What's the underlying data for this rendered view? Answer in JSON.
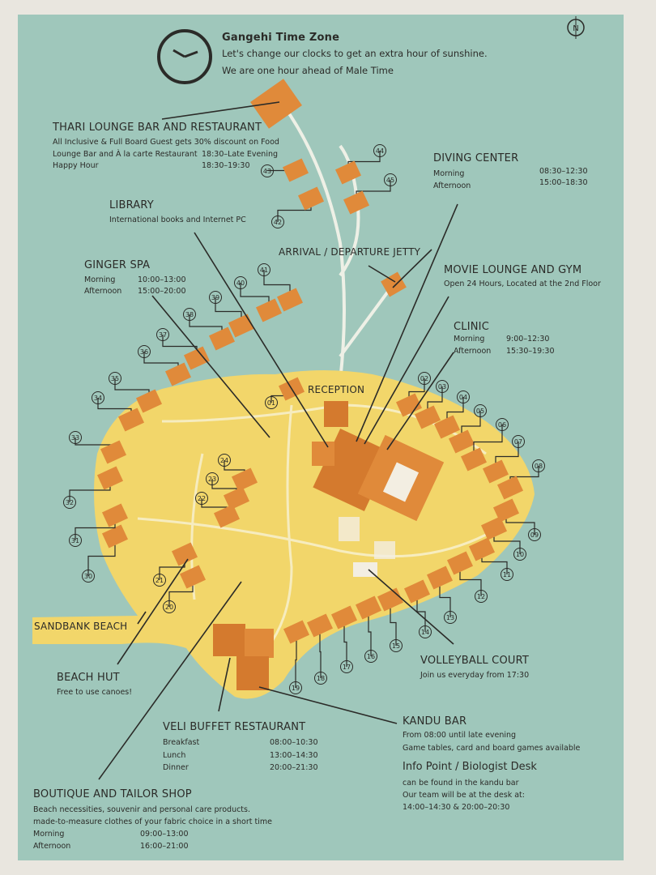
{
  "colors": {
    "sea": "#9fc7bb",
    "island": "#f2d66a",
    "roof": "#e08a3a",
    "roof_dark": "#b8652a",
    "path": "#f7efc9",
    "line": "#2b2b28"
  },
  "header": {
    "title": "Gangehi Time Zone",
    "line1": "Let's change our clocks to get an extra hour of sunshine.",
    "line2": "We are one hour ahead of Male Time",
    "clock_icon": "clock-icon",
    "compass_letter": "N"
  },
  "thari": {
    "title": "THARI LOUNGE BAR AND RESTAURANT",
    "note": "All Inclusive & Full Board Guest gets 30% discount on Food",
    "rows": [
      {
        "label": "Lounge Bar and À la carte Restaurant",
        "time": "18:30–Late Evening"
      },
      {
        "label": "Happy Hour",
        "time": "18:30–19:30"
      }
    ]
  },
  "library": {
    "title": "LIBRARY",
    "note": "International books and Internet PC"
  },
  "diving": {
    "title": "DIVING CENTER",
    "rows": [
      {
        "label": "Morning",
        "time": "08:30–12:30"
      },
      {
        "label": "Afternoon",
        "time": "15:00–18:30"
      }
    ]
  },
  "ginger": {
    "title": "GINGER SPA",
    "rows": [
      {
        "label": "Morning",
        "time": "10:00–13:00"
      },
      {
        "label": "Afternoon",
        "time": "15:00–20:00"
      }
    ]
  },
  "jetty": {
    "title": "ARRIVAL / DEPARTURE JETTY"
  },
  "movie": {
    "title": "MOVIE LOUNGE AND GYM",
    "note": "Open 24 Hours, Located at the 2nd Floor"
  },
  "clinic": {
    "title": "CLINIC",
    "rows": [
      {
        "label": "Morning",
        "time": "9:00–12:30"
      },
      {
        "label": "Afternoon",
        "time": "15:30–19:30"
      }
    ]
  },
  "reception": {
    "title": "RECEPTION"
  },
  "sandbank": {
    "title": "SANDBANK BEACH"
  },
  "beachhut": {
    "title": "BEACH HUT",
    "note": "Free to use canoes!"
  },
  "volleyball": {
    "title": "VOLLEYBALL COURT",
    "note": "Join us everyday from 17:30"
  },
  "kandu": {
    "title": "KANDU BAR",
    "note1": "From 08:00 until late evening",
    "note2": "Game tables, card and board games available"
  },
  "info": {
    "title": "Info Point / Biologist Desk",
    "note1": "can be found in the kandu bar",
    "note2": "Our team will be at the desk at:",
    "note3": "14:00–14:30 & 20:00–20:30"
  },
  "veli": {
    "title": "VELI BUFFET RESTAURANT",
    "rows": [
      {
        "label": "Breakfast",
        "time": "08:00–10:30"
      },
      {
        "label": "Lunch",
        "time": "13:00–14:30"
      },
      {
        "label": "Dinner",
        "time": "20:00–21:30"
      }
    ]
  },
  "boutique": {
    "title": "BOUTIQUE AND TAILOR SHOP",
    "note1": "Beach necessities, souvenir and personal care products.",
    "note2": "made-to-measure clothes of your fabric choice in a short time",
    "rows": [
      {
        "label": "Morning",
        "time": "09:00–13:00"
      },
      {
        "label": "Afternoon",
        "time": "16:00–21:00"
      }
    ]
  },
  "villas": [
    "01",
    "02",
    "03",
    "04",
    "05",
    "06",
    "07",
    "08",
    "09",
    "10",
    "11",
    "12",
    "13",
    "14",
    "15",
    "16",
    "17",
    "18",
    "19",
    "20",
    "21",
    "22",
    "23",
    "24",
    "30",
    "31",
    "32",
    "33",
    "34",
    "35",
    "36",
    "37",
    "38",
    "39",
    "40",
    "41",
    "42",
    "43",
    "44",
    "45"
  ]
}
